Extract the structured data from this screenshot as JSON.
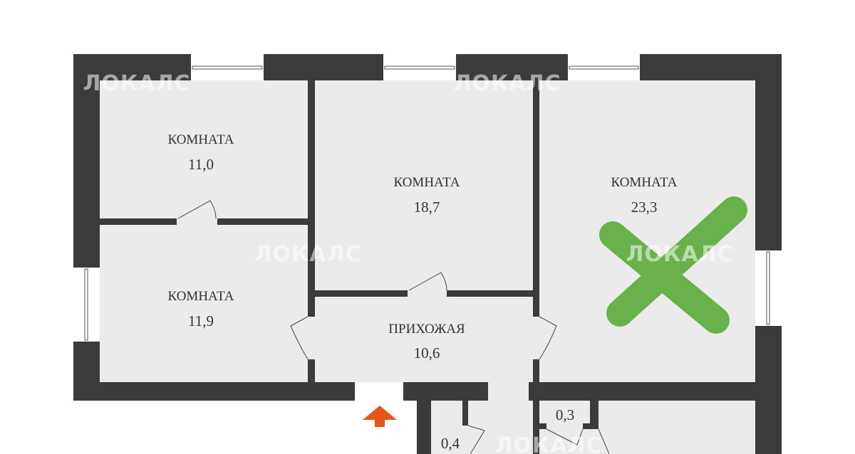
{
  "rooms": [
    {
      "name": "КОМНАТА",
      "area": "11,0"
    },
    {
      "name": "КОМНАТА",
      "area": "11,9"
    },
    {
      "name": "КОМНАТА",
      "area": "18,7"
    },
    {
      "name": "ПРИХОЖАЯ",
      "area": "10,6"
    },
    {
      "name": "КОМНАТА",
      "area": "23,3"
    }
  ],
  "small_areas": [
    "0,4",
    "0,3"
  ],
  "watermark": "ЛОКАЛС",
  "colors": {
    "wall": "#3b3b3b",
    "floor": "#ebebeb",
    "entry_arrow": "#e8541a",
    "cross": "#5aab3a"
  }
}
